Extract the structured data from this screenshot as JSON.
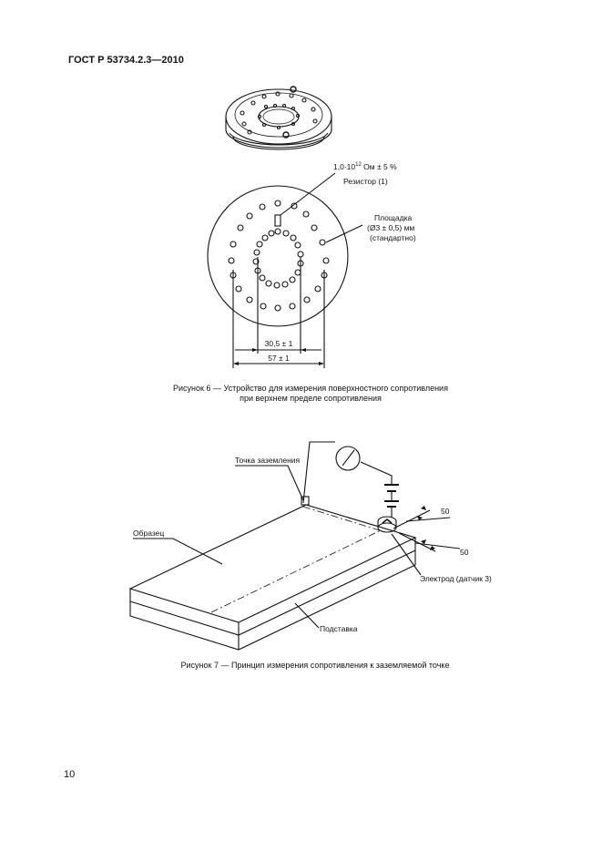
{
  "header": {
    "standard": "ГОСТ Р 53734.2.3—2010"
  },
  "figure6": {
    "resistor_value_prefix": "1,0·10",
    "resistor_value_exp": "12",
    "resistor_value_suffix": " Ом ± 5 %",
    "resistor_label": "Резистор (1)",
    "pad_label_1": "Площадка",
    "pad_label_2": "(Ø3 ± 0,5) мм",
    "pad_label_3": "(стандартно)",
    "dim_inner": "30,5 ± 1",
    "dim_outer": "57 ± 1",
    "caption_line1": "Рисунок 6 — Устройство для измерения поверхностного сопротивления",
    "caption_line2": "при верхнем пределе сопротивления"
  },
  "figure7": {
    "ground_point_label": "Точка заземления",
    "sample_label": "Образец",
    "electrode_label": "Электрод (датчик 3)",
    "support_label": "Подставка",
    "dim_a": "50",
    "dim_b": "50",
    "caption": "Рисунок 7 — Принцип измерения сопротивления к заземляемой точке"
  },
  "footer": {
    "page_number": "10"
  }
}
